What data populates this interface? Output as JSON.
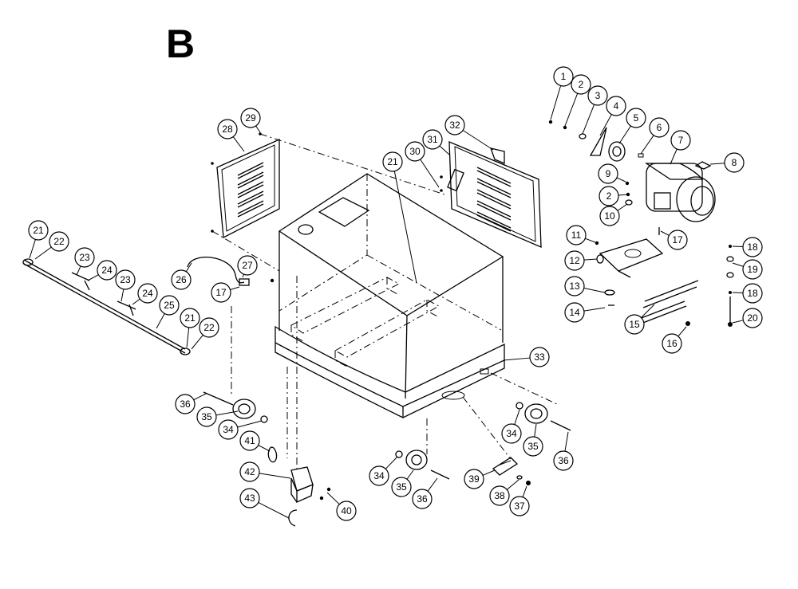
{
  "section_letter": "B",
  "callouts": [
    {
      "id": "c1",
      "label": "1"
    },
    {
      "id": "c2a",
      "label": "2"
    },
    {
      "id": "c3",
      "label": "3"
    },
    {
      "id": "c4",
      "label": "4"
    },
    {
      "id": "c5",
      "label": "5"
    },
    {
      "id": "c6",
      "label": "6"
    },
    {
      "id": "c7",
      "label": "7"
    },
    {
      "id": "c8",
      "label": "8"
    },
    {
      "id": "c9",
      "label": "9"
    },
    {
      "id": "c2b",
      "label": "2"
    },
    {
      "id": "c10",
      "label": "10"
    },
    {
      "id": "c17a",
      "label": "17"
    },
    {
      "id": "c11",
      "label": "11"
    },
    {
      "id": "c12",
      "label": "12"
    },
    {
      "id": "c13",
      "label": "13"
    },
    {
      "id": "c14",
      "label": "14"
    },
    {
      "id": "c15",
      "label": "15"
    },
    {
      "id": "c16",
      "label": "16"
    },
    {
      "id": "c18a",
      "label": "18"
    },
    {
      "id": "c19",
      "label": "19"
    },
    {
      "id": "c18b",
      "label": "18"
    },
    {
      "id": "c20",
      "label": "20"
    },
    {
      "id": "c28",
      "label": "28"
    },
    {
      "id": "c29",
      "label": "29"
    },
    {
      "id": "c21a",
      "label": "21"
    },
    {
      "id": "c30",
      "label": "30"
    },
    {
      "id": "c31",
      "label": "31"
    },
    {
      "id": "c32",
      "label": "32"
    },
    {
      "id": "c21b",
      "label": "21"
    },
    {
      "id": "c22a",
      "label": "22"
    },
    {
      "id": "c23a",
      "label": "23"
    },
    {
      "id": "c24a",
      "label": "24"
    },
    {
      "id": "c23b",
      "label": "23"
    },
    {
      "id": "c24b",
      "label": "24"
    },
    {
      "id": "c25",
      "label": "25"
    },
    {
      "id": "c21c",
      "label": "21"
    },
    {
      "id": "c22b",
      "label": "22"
    },
    {
      "id": "c26",
      "label": "26"
    },
    {
      "id": "c27",
      "label": "27"
    },
    {
      "id": "c17b",
      "label": "17"
    },
    {
      "id": "c33",
      "label": "33"
    },
    {
      "id": "c36a",
      "label": "36"
    },
    {
      "id": "c35a",
      "label": "35"
    },
    {
      "id": "c34a",
      "label": "34"
    },
    {
      "id": "c41",
      "label": "41"
    },
    {
      "id": "c42",
      "label": "42"
    },
    {
      "id": "c43",
      "label": "43"
    },
    {
      "id": "c40",
      "label": "40"
    },
    {
      "id": "c34b",
      "label": "34"
    },
    {
      "id": "c35b",
      "label": "35"
    },
    {
      "id": "c36b",
      "label": "36"
    },
    {
      "id": "c39",
      "label": "39"
    },
    {
      "id": "c38",
      "label": "38"
    },
    {
      "id": "c37",
      "label": "37"
    },
    {
      "id": "c34c",
      "label": "34"
    },
    {
      "id": "c35c",
      "label": "35"
    },
    {
      "id": "c36c",
      "label": "36"
    }
  ]
}
